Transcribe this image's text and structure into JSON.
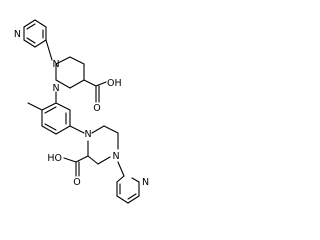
{
  "molecule": {
    "atoms": {
      "n_pyridine_top": "N",
      "n4_piperazine_top": "N",
      "n1_piperazine_top": "N",
      "carboxyl_top": "OH",
      "carboxyl_top_o": "O",
      "n1_piperazine_bottom": "N",
      "n4_piperazine_bottom": "N",
      "n_pyridine_bottom": "N",
      "carboxyl_bottom": "HO",
      "carboxyl_bottom_o": "O"
    }
  },
  "colors": {
    "bond": "#000000",
    "label": "#000000",
    "background": "#ffffff"
  }
}
